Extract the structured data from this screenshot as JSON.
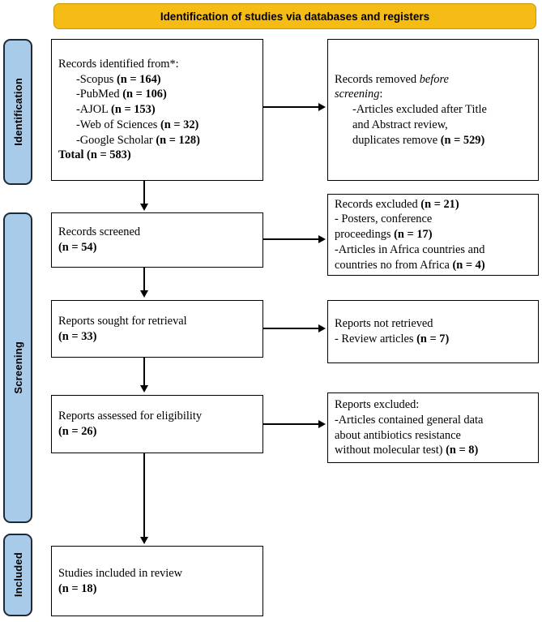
{
  "banner": {
    "title": "Identification of studies via databases and registers",
    "color": "#F5BC15"
  },
  "phases": {
    "color": "#A8CBEA",
    "identification": "Identification",
    "screening": "Screening",
    "included": "Included"
  },
  "boxes": {
    "records_identified": {
      "heading": "Records identified from*:",
      "sources": [
        {
          "label": "-Scopus",
          "count": "(n = 164)"
        },
        {
          "label": "-PubMed",
          "count": "(n = 106)"
        },
        {
          "label": "-AJOL",
          "count": "(n = 153)"
        },
        {
          "label": "-Web of Sciences",
          "count": "(n = 32)"
        },
        {
          "label": "-Google Scholar",
          "count": "(n = 128)"
        }
      ],
      "total": "Total (n = 583)"
    },
    "records_removed": {
      "line1_plain": "Records removed ",
      "line1_italic": "before",
      "line2_italic": "screening",
      "line2_plain": ":",
      "detail1": "-Articles excluded after Title",
      "detail2": "and Abstract review,",
      "detail3_plain": "duplicates remove ",
      "detail3_bold": "(n = 529)"
    },
    "records_screened": {
      "line1": "Records screened",
      "line2": "(n = 54)"
    },
    "records_excluded": {
      "line1_plain": "Records excluded ",
      "line1_bold": "(n = 21)",
      "line2": "- Posters, conference",
      "line3_plain": "proceedings ",
      "line3_bold": "(n = 17)",
      "line4": "-Articles in Africa countries and",
      "line5_plain": "countries no from Africa ",
      "line5_bold": "(n = 4)"
    },
    "reports_sought": {
      "line1": "Reports sought for retrieval",
      "line2": "(n = 33)"
    },
    "reports_not_retrieved": {
      "line1": "Reports not retrieved",
      "line2_plain": "- Review articles ",
      "line2_bold": "(n = 7)"
    },
    "reports_assessed": {
      "line1": "Reports assessed for eligibility",
      "line2": "(n = 26)"
    },
    "reports_excluded": {
      "line1": "Reports excluded:",
      "line2": "-Articles contained general data",
      "line3": "about antibiotics resistance",
      "line4_plain": "without molecular test) ",
      "line4_bold": "(n = 8)"
    },
    "studies_included": {
      "line1": "Studies included in review",
      "line2": "(n = 18)"
    }
  }
}
